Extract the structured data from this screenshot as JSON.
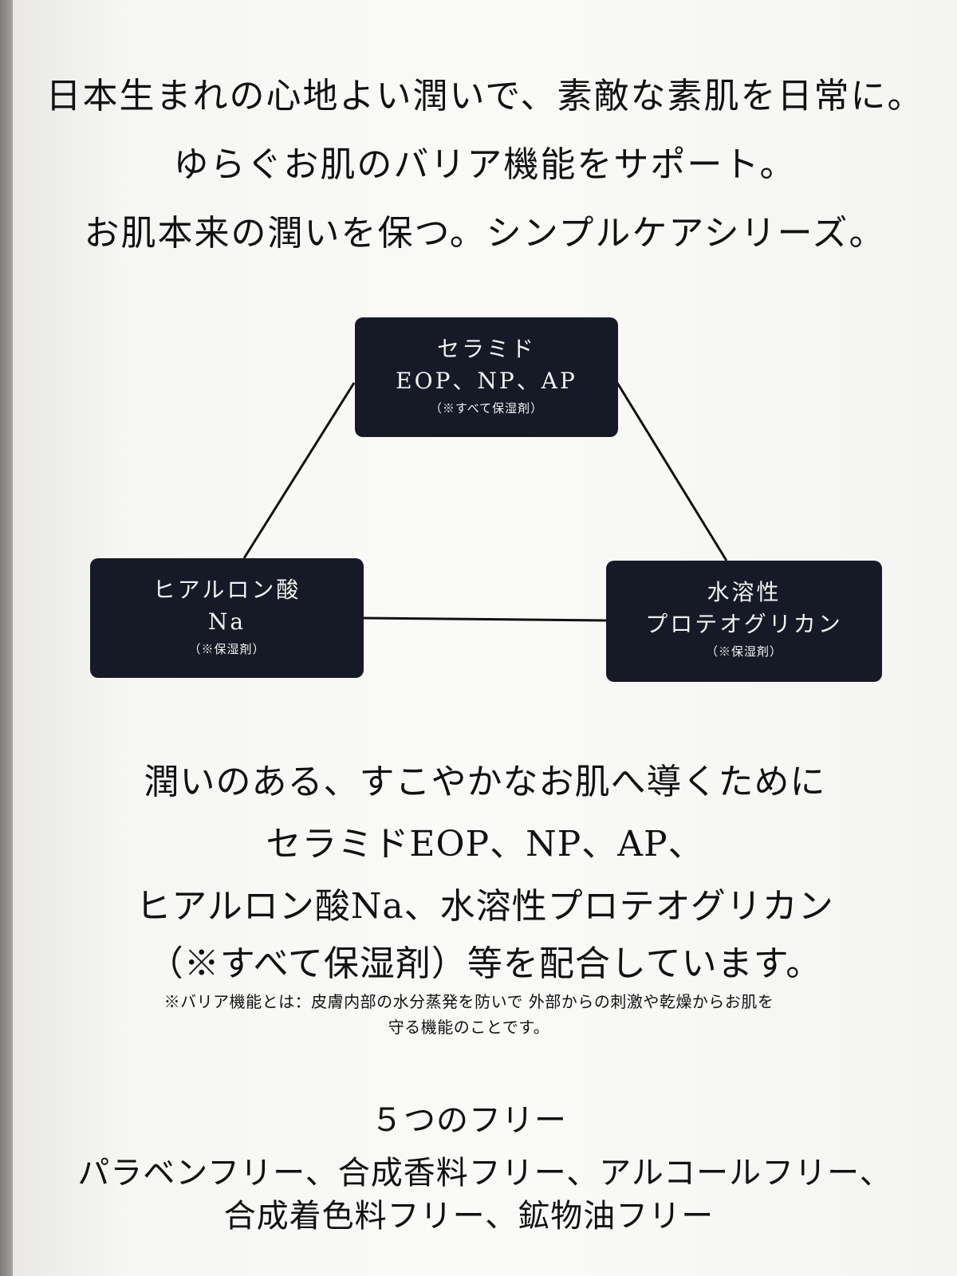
{
  "intro": {
    "lines": [
      "日本生まれの心地よい潤いで、素敵な素肌を日常に。",
      "ゆらぐお肌のバリア機能をサポート。",
      "お肌本来の潤いを保つ。シンプルケアシリーズ。"
    ]
  },
  "diagram": {
    "box_color": "#161a26",
    "top": {
      "line1": "セラミド",
      "line2": "EOP、NP、AP",
      "sub": "（※すべて保湿剤）"
    },
    "left": {
      "line1": "ヒアルロン酸",
      "line2": "Na",
      "sub": "（※保湿剤）"
    },
    "right": {
      "line1": "水溶性",
      "line2": "プロテオグリカン",
      "sub": "（※保湿剤）"
    }
  },
  "body": {
    "lines": [
      "潤いのある、すこやかなお肌へ導くために",
      "セラミドEOP、NP、AP、",
      "ヒアルロン酸Na、水溶性プロテオグリカン",
      "（※すべて保湿剤）等を配合しています。"
    ]
  },
  "note": {
    "lines": [
      "※バリア機能とは：皮膚内部の水分蒸発を防いで 外部からの刺激や乾燥からお肌を",
      "守る機能のことです。"
    ]
  },
  "free": {
    "title": "５つのフリー",
    "lines": [
      "パラベンフリー、合成香料フリー、アルコールフリー、",
      "合成着色料フリー、鉱物油フリー"
    ]
  }
}
